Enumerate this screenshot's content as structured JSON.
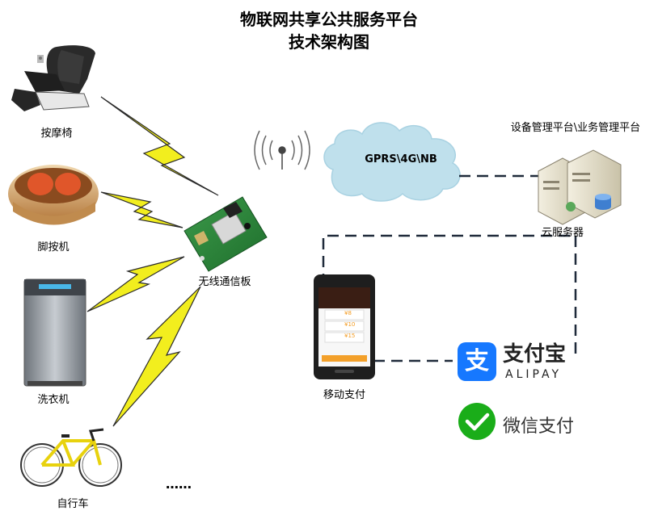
{
  "title": {
    "line1": "物联网共享公共服务平台",
    "line2": "技术架构图"
  },
  "devices": {
    "massage_chair": "按摩椅",
    "foot_massager": "脚按机",
    "washing_machine": "洗衣机",
    "bicycle": "自行车",
    "more": "……"
  },
  "board_label": "无线通信板",
  "cloud_label": "GPRS\\4G\\NB",
  "platform_label": "设备管理平台\\业务管理平台",
  "server_label": "云服务器",
  "mobile_label": "移动支付",
  "alipay": {
    "name_cn": "支付宝",
    "name_en": "ALIPAY",
    "icon_char": "支"
  },
  "wechat_pay": {
    "name": "微信支付"
  },
  "phone_screen": {
    "prices": [
      "¥8",
      "¥10",
      "¥15"
    ]
  },
  "colors": {
    "lightning": "#f2ee1e",
    "cloud": "#bfe0ec",
    "alipay_blue": "#1678ff",
    "wechat_green": "#1aad19",
    "line_dark": "#1f2a3a"
  }
}
